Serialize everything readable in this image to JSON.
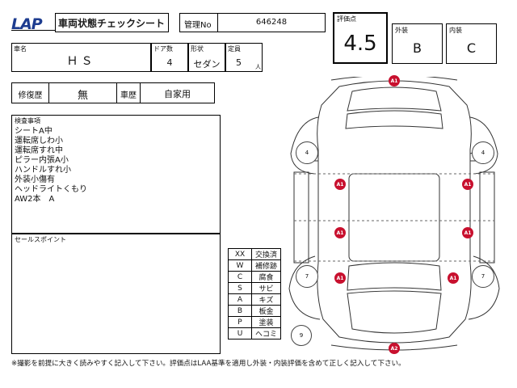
{
  "header": {
    "logo": "LAP",
    "title": "車両状態チェックシート",
    "kanri_label": "管理No",
    "kanri_value": "646248"
  },
  "grade": {
    "label": "評価点",
    "value": "4.5",
    "exterior_label": "外装",
    "exterior_value": "B",
    "interior_label": "内装",
    "interior_value": "C"
  },
  "vehicle": {
    "name_label": "車名",
    "name_value": "ＨＳ",
    "doors_label": "ドア数",
    "doors_value": "4",
    "shape_label": "形状",
    "shape_value": "セダン",
    "capacity_label": "定員",
    "capacity_value": "5",
    "capacity_unit": "人"
  },
  "history": {
    "repair_label": "修復歴",
    "repair_value": "無",
    "usage_label": "車歴",
    "usage_value": "自家用"
  },
  "inspection": {
    "label": "検査事項",
    "lines": [
      "シートA中",
      "運転席しわ小",
      "運転席すれ中",
      "ピラー内張A小",
      "ハンドルすれ小",
      "外装小傷有",
      "ヘッドライトくもり",
      "AW2本　A"
    ]
  },
  "sales_points": {
    "label": "セールスポイント"
  },
  "legend": [
    {
      "code": "XX",
      "desc": "交換済"
    },
    {
      "code": "W",
      "desc": "補修跡"
    },
    {
      "code": "C",
      "desc": "腐食"
    },
    {
      "code": "S",
      "desc": "サビ"
    },
    {
      "code": "A",
      "desc": "キズ"
    },
    {
      "code": "B",
      "desc": "板金"
    },
    {
      "code": "P",
      "desc": "塗装"
    },
    {
      "code": "U",
      "desc": "ヘコミ"
    }
  ],
  "markers": {
    "front": "A1",
    "left_front_door": "A1",
    "right_front_door": "A1",
    "left_rear_door": "A1",
    "right_rear_door": "A1",
    "left_rear_fender": "A1",
    "right_rear_fender": "A1",
    "rear": "A2"
  },
  "wheels": {
    "front_left": "4",
    "front_right": "4",
    "rear_left": "7",
    "rear_right": "7",
    "spare": "9"
  },
  "footer": {
    "note": "※撮影を前提に大きく読みやすく記入して下さい。評価点はLAA基準を適用し外装・内装評価を含めて正しく記入して下さい。"
  },
  "colors": {
    "marker": "#c8102e",
    "logo": "#1d3c8f"
  }
}
